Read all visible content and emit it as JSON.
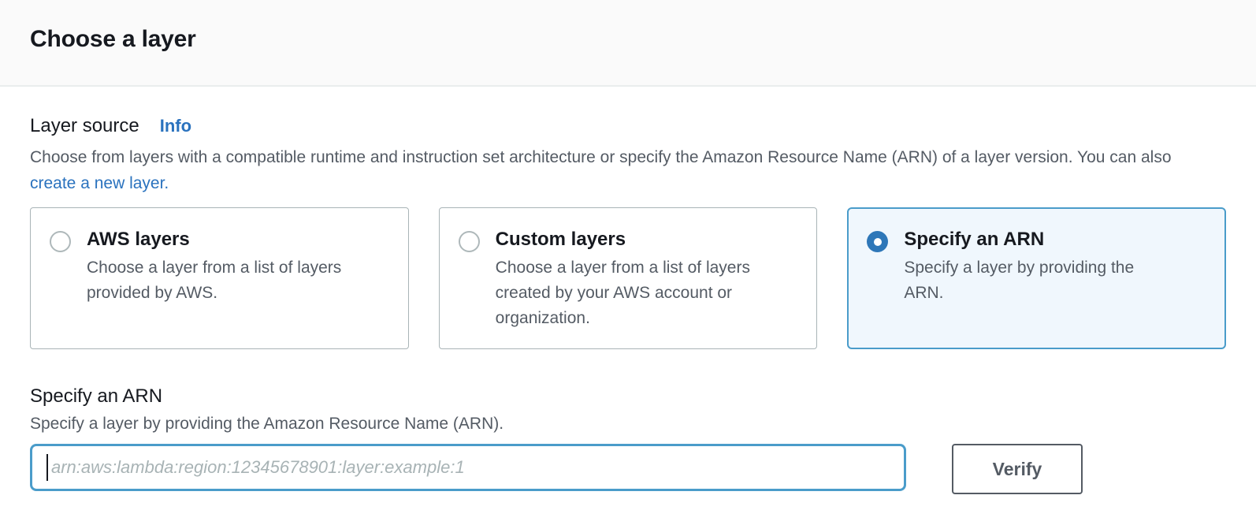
{
  "header": {
    "title": "Choose a layer"
  },
  "layer_source": {
    "label": "Layer source",
    "info_link": "Info",
    "description": "Choose from layers with a compatible runtime and instruction set architecture or specify the Amazon Resource Name (ARN) of a layer version. You can also",
    "create_link": "create a new layer."
  },
  "cards": [
    {
      "title": "AWS layers",
      "description": "Choose a layer from a list of layers provided by AWS.",
      "selected": false
    },
    {
      "title": "Custom layers",
      "description": "Choose a layer from a list of layers created by your AWS account or organization.",
      "selected": false
    },
    {
      "title": "Specify an ARN",
      "description": "Specify a layer by providing the ARN.",
      "selected": true
    }
  ],
  "arn_section": {
    "title": "Specify an ARN",
    "description": "Specify a layer by providing the Amazon Resource Name (ARN).",
    "input_value": "",
    "input_placeholder": "arn:aws:lambda:region:12345678901:layer:example:1",
    "verify_label": "Verify"
  },
  "colors": {
    "link_blue": "#2a72be",
    "radio_selected_blue": "#2e77b8",
    "selected_card_border": "#4a9cca",
    "selected_card_bg": "#f0f7fd",
    "card_border_gray": "#a9b4b7",
    "text_dark": "#16191f",
    "text_gray": "#545b64",
    "header_bg": "#fafafa"
  }
}
